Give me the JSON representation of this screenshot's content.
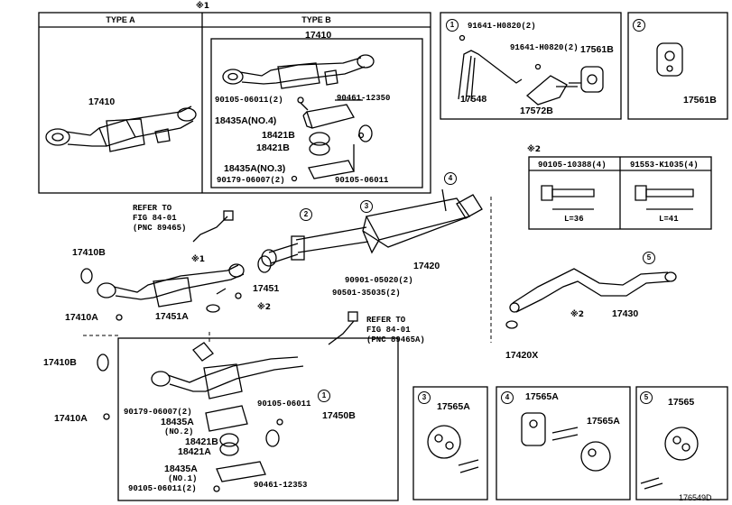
{
  "header": {
    "note_ref": "※1"
  },
  "type_box": {
    "type_a": "TYPE A",
    "type_b": "TYPE B"
  },
  "type_a": {
    "part": "17410"
  },
  "type_b": {
    "part_top": "17410",
    "bolt": "90105-06011(2)",
    "gasket_a": "90461-12350",
    "conv4": "18435A(NO.4)",
    "clamp1": "18421B",
    "clamp2": "18421B",
    "conv3": "18435A(NO.3)",
    "nut": "90179-06007(2)",
    "bolt2": "90105-06011"
  },
  "mount_box": {
    "b1": "91641-H0820(2)",
    "b2": "91641-H0820(2)",
    "p17561b": "17561B",
    "p17548": "17548",
    "p17572b": "17572B",
    "p17561b_2": "17561B",
    "c1": "1",
    "c2": "2"
  },
  "bolt_table": {
    "note": "※2",
    "col1": "90105-10388(4)",
    "col2": "91553-K1035(4)",
    "dim1": "L=36",
    "dim2": "L=41"
  },
  "main": {
    "refer1": [
      "REFER TO",
      "FIG 84-01",
      "(PNC 89465)"
    ],
    "refer2": [
      "REFER TO",
      "FIG 84-01",
      "(PNC 89465A)"
    ],
    "p17410b": "17410B",
    "p17410a": "17410A",
    "k1": "※1",
    "p17451a": "17451A",
    "k2": "※2",
    "p17451": "17451",
    "p17420": "17420",
    "bolt90901": "90901-05020(2)",
    "bolt90501": "90501-35035(2)",
    "p17430": "17430",
    "k3": "※2",
    "p17420x": "17420X",
    "c2": "2",
    "c3": "3",
    "c4": "4",
    "c5": "5",
    "c1": "1"
  },
  "lower": {
    "p17410b": "17410B",
    "p17410a": "17410A",
    "nut": "90179-06007(2)",
    "conv2": "18435A",
    "conv2sub": "(NO.2)",
    "clamp1": "18421B",
    "clamp2": "18421A",
    "conv1": "18435A",
    "conv1sub": "(NO.1)",
    "bolt": "90105-06011(2)",
    "bolt_r": "90105-06011",
    "p17450b": "17450B",
    "gasket": "90461-12353"
  },
  "hanger_boxes": [
    {
      "num": "3",
      "part": "17565A"
    },
    {
      "num": "4",
      "part": "17565A",
      "part2": "17565A"
    },
    {
      "num": "5",
      "part": "17565"
    }
  ],
  "footer": {
    "code": "176549D"
  }
}
